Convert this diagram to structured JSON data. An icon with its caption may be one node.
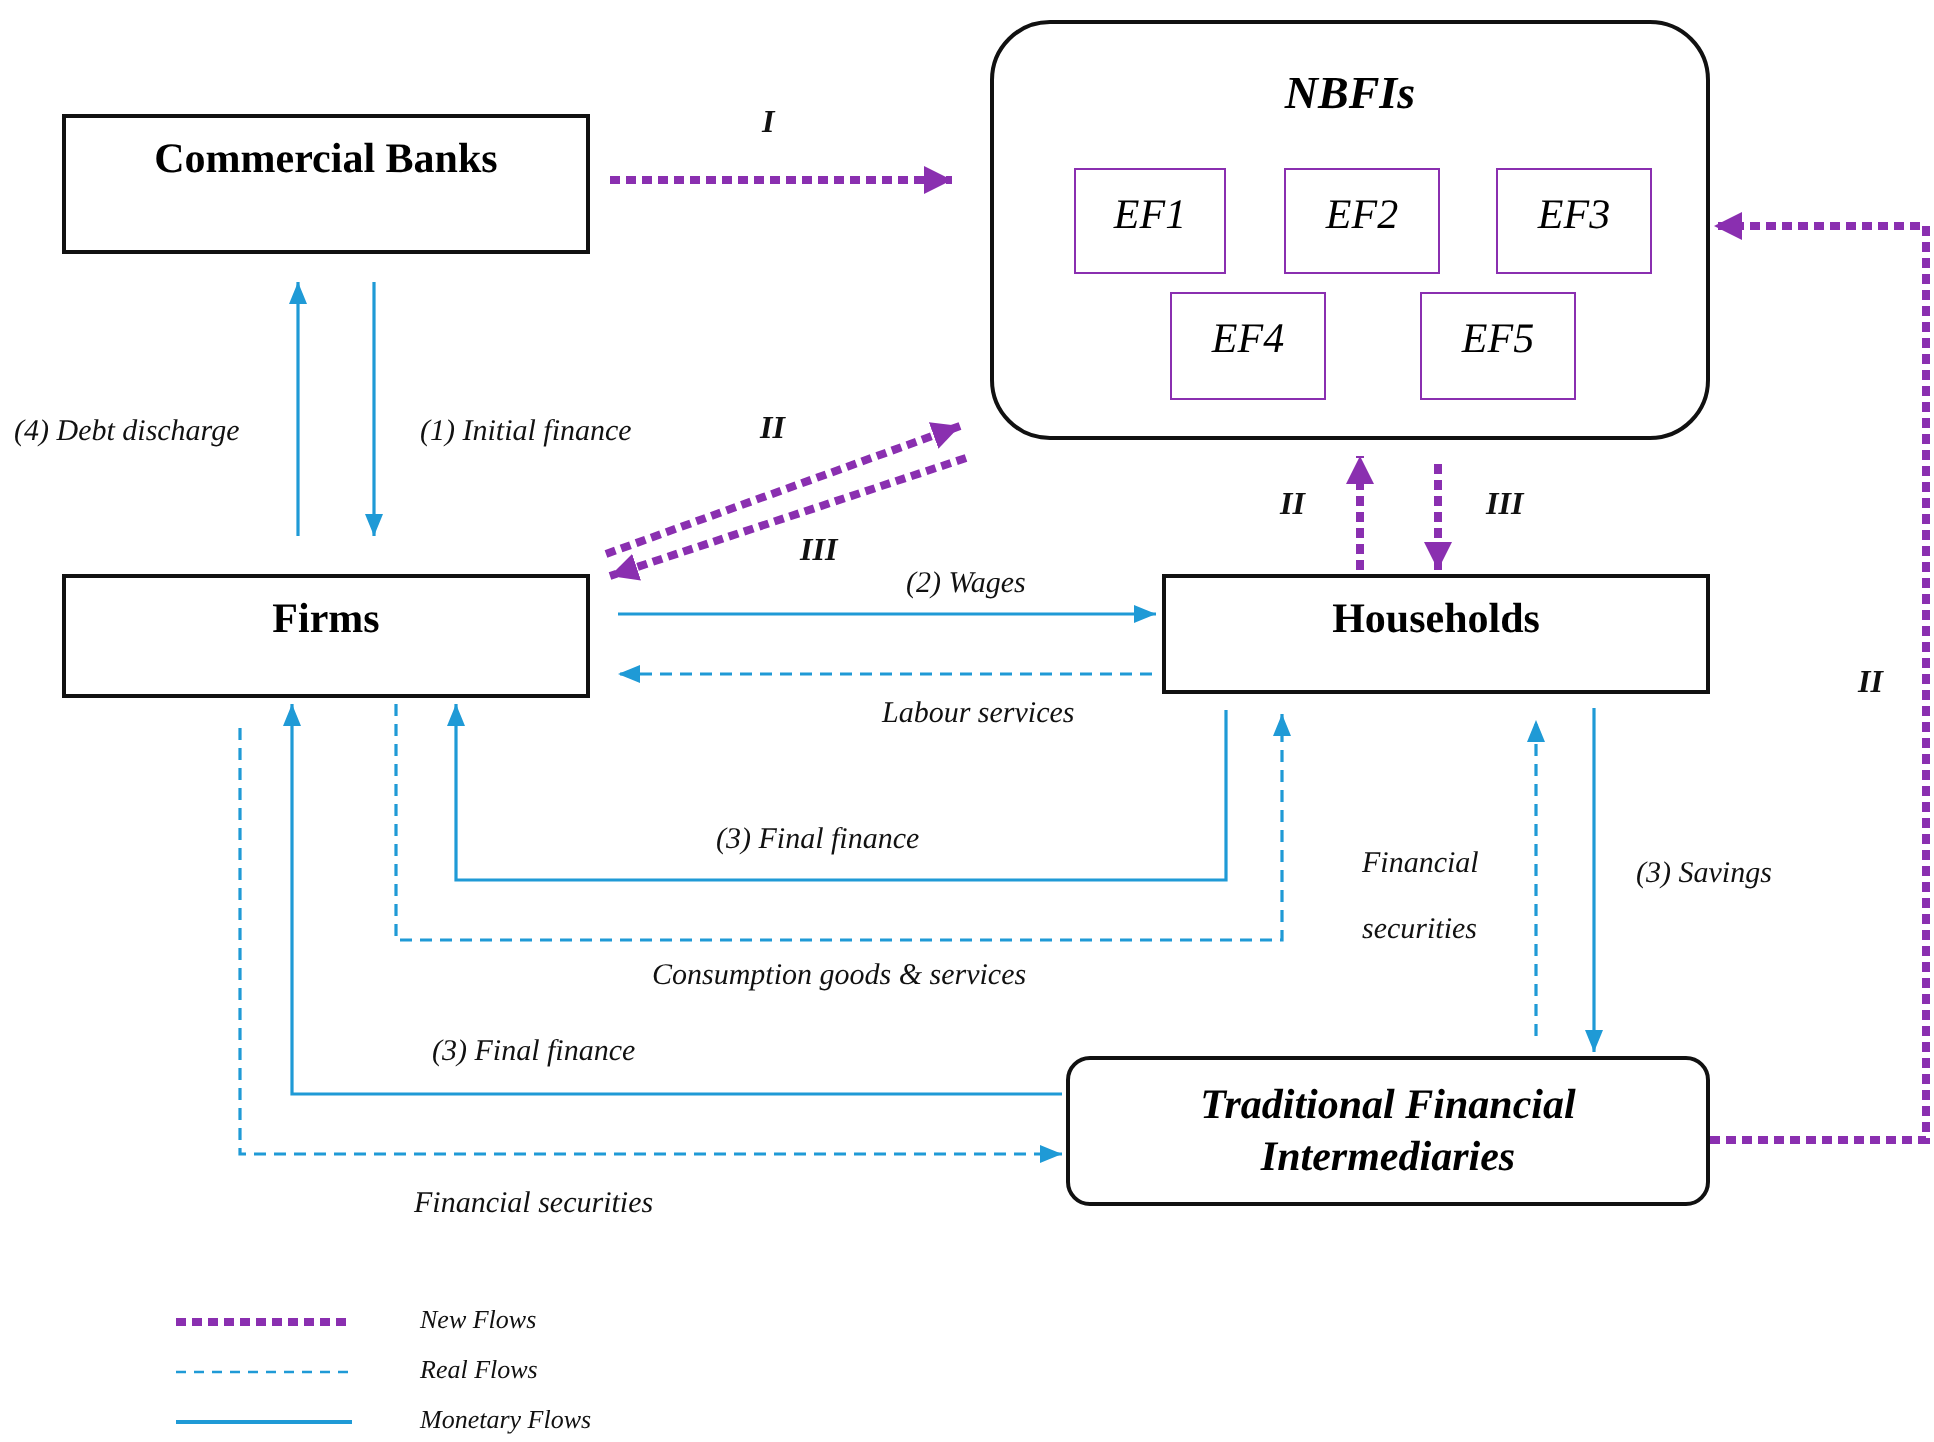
{
  "diagram": {
    "nodes": [
      {
        "text": [
          "Commercial Banks"
        ]
      },
      {
        "text": [
          "NBFIs"
        ]
      },
      {
        "text": [
          "EF1"
        ],
        "in": 1
      },
      {
        "text": [
          "EF2"
        ],
        "in": 1
      },
      {
        "text": [
          "EF3"
        ],
        "in": 1
      },
      {
        "text": [
          "EF4"
        ],
        "in": 1
      },
      {
        "text": [
          "EF5"
        ],
        "in": 1
      },
      {
        "text": [
          "Firms"
        ]
      },
      {
        "text": [
          "Households"
        ]
      },
      {
        "text": [
          "Traditional Financial Intermediaries"
        ]
      }
    ],
    "edges": [
      {
        "from": 0,
        "to": 1,
        "arrow": "to",
        "label": "I",
        "style": "dashed",
        "color": "#8a2fb0"
      },
      {
        "from": 7,
        "to": 0,
        "arrow": "to",
        "label": "(4) Debt discharge"
      },
      {
        "from": 0,
        "to": 7,
        "arrow": "to",
        "label": "(1) Initial finance"
      },
      {
        "from": 7,
        "to": 1,
        "arrow": "to",
        "label": "II",
        "style": "dashed",
        "color": "#8a2fb0"
      },
      {
        "from": 1,
        "to": 7,
        "arrow": "to",
        "label": "III",
        "style": "dashed",
        "color": "#8a2fb0"
      },
      {
        "from": 7,
        "to": 8,
        "arrow": "to",
        "label": "(2) Wages"
      },
      {
        "from": 8,
        "to": 7,
        "arrow": "to",
        "label": "Labour services",
        "style": "dashed"
      },
      {
        "from": 8,
        "to": 7,
        "arrow": "to",
        "label": "(3) Final finance"
      },
      {
        "from": 7,
        "to": 8,
        "arrow": "to",
        "label": "Consumption goods & services",
        "style": "dashed"
      },
      {
        "from": 8,
        "to": 1,
        "arrow": "to",
        "label": "II",
        "style": "dashed",
        "color": "#8a2fb0"
      },
      {
        "from": 1,
        "to": 8,
        "arrow": "to",
        "label": "III",
        "style": "dashed",
        "color": "#8a2fb0"
      },
      {
        "from": 9,
        "to": 8,
        "arrow": "to",
        "label": "Financial securities",
        "style": "dashed"
      },
      {
        "from": 8,
        "to": 9,
        "arrow": "to",
        "label": "(3) Savings"
      },
      {
        "from": 9,
        "to": 7,
        "arrow": "to",
        "label": "(3) Final finance"
      },
      {
        "from": 7,
        "to": 9,
        "arrow": "to",
        "label": "Financial securities",
        "style": "dashed"
      },
      {
        "from": 9,
        "to": 1,
        "arrow": "to",
        "label": "II",
        "style": "dashed",
        "color": "#8a2fb0"
      }
    ],
    "legend": [
      {
        "text": "New Flows"
      },
      {
        "text": "Real Flows"
      },
      {
        "text": "Monetary Flows"
      }
    ]
  }
}
